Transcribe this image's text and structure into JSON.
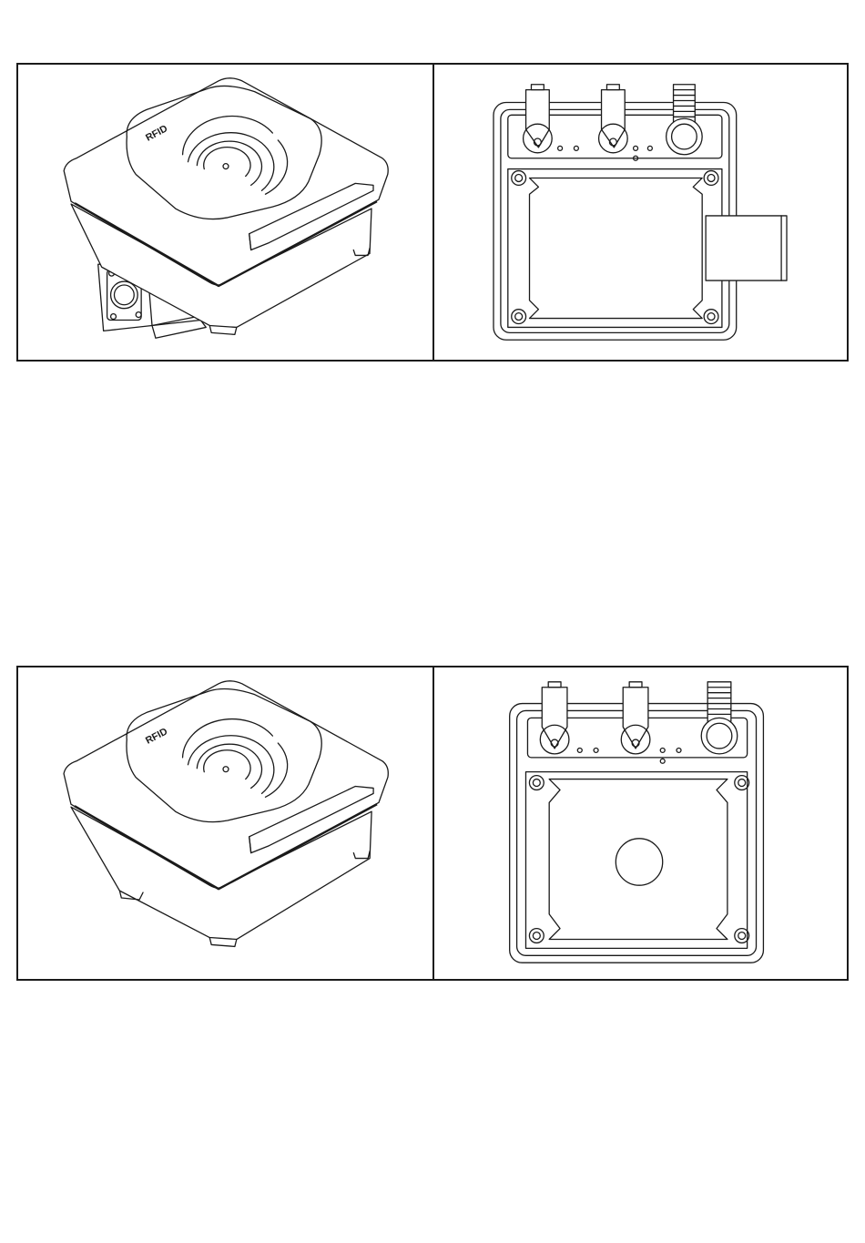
{
  "figures": [
    {
      "id": "variant-with-bracket",
      "views": [
        "isometric-top",
        "bottom-view-with-bracket"
      ],
      "logo_text": "RFID"
    },
    {
      "id": "variant-without-bracket",
      "views": [
        "isometric-top",
        "bottom-view-plain"
      ],
      "logo_text": "RFID"
    }
  ],
  "colors": {
    "line": "#1a1a1a",
    "background": "#ffffff"
  },
  "icons": {
    "antenna": "rfid-antenna-icon",
    "connector": "m12-connector-icon",
    "screw": "screw-icon"
  }
}
